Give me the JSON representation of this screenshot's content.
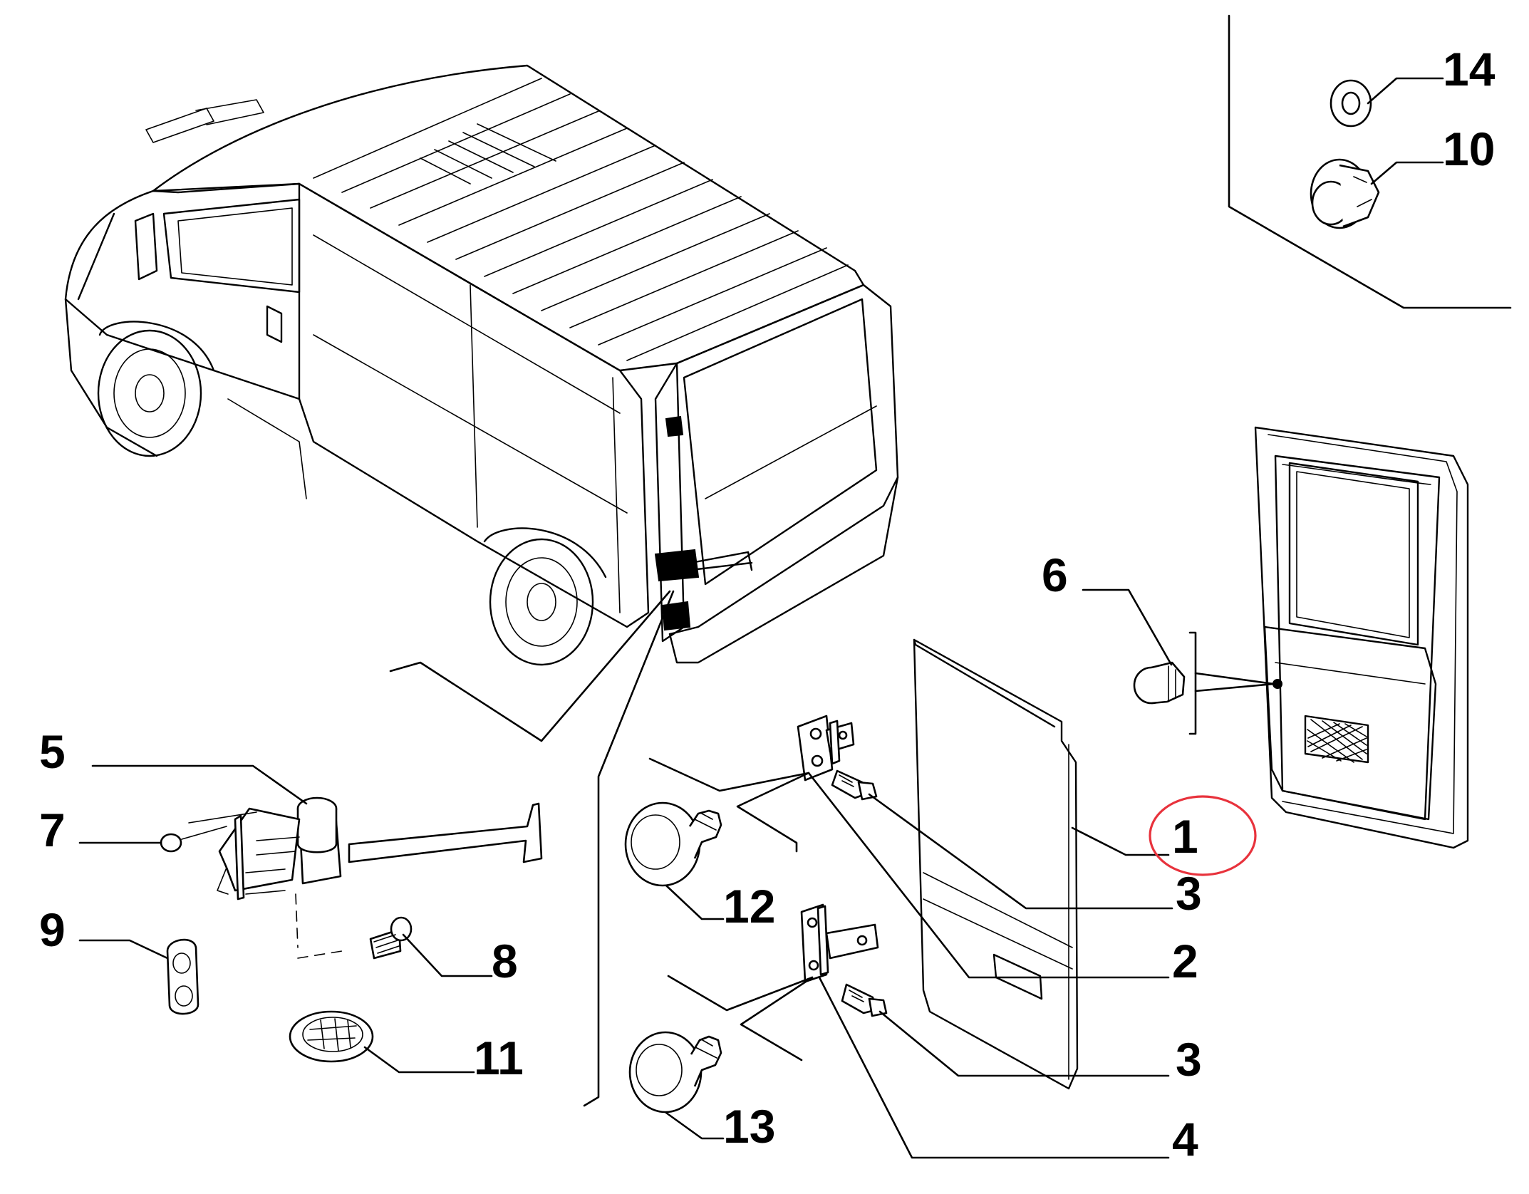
{
  "diagram": {
    "callouts": [
      {
        "id": "c14",
        "text": "14"
      },
      {
        "id": "c10",
        "text": "10"
      },
      {
        "id": "c6",
        "text": "6"
      },
      {
        "id": "c5",
        "text": "5"
      },
      {
        "id": "c7",
        "text": "7"
      },
      {
        "id": "c9",
        "text": "9"
      },
      {
        "id": "c8",
        "text": "8"
      },
      {
        "id": "c11",
        "text": "11"
      },
      {
        "id": "c12",
        "text": "12"
      },
      {
        "id": "c13",
        "text": "13"
      },
      {
        "id": "c1",
        "text": "1"
      },
      {
        "id": "c3a",
        "text": "3"
      },
      {
        "id": "c2",
        "text": "2"
      },
      {
        "id": "c3b",
        "text": "3"
      },
      {
        "id": "c4",
        "text": "4"
      }
    ],
    "highlight": {
      "callout": "1",
      "color": "#e8323c"
    }
  }
}
